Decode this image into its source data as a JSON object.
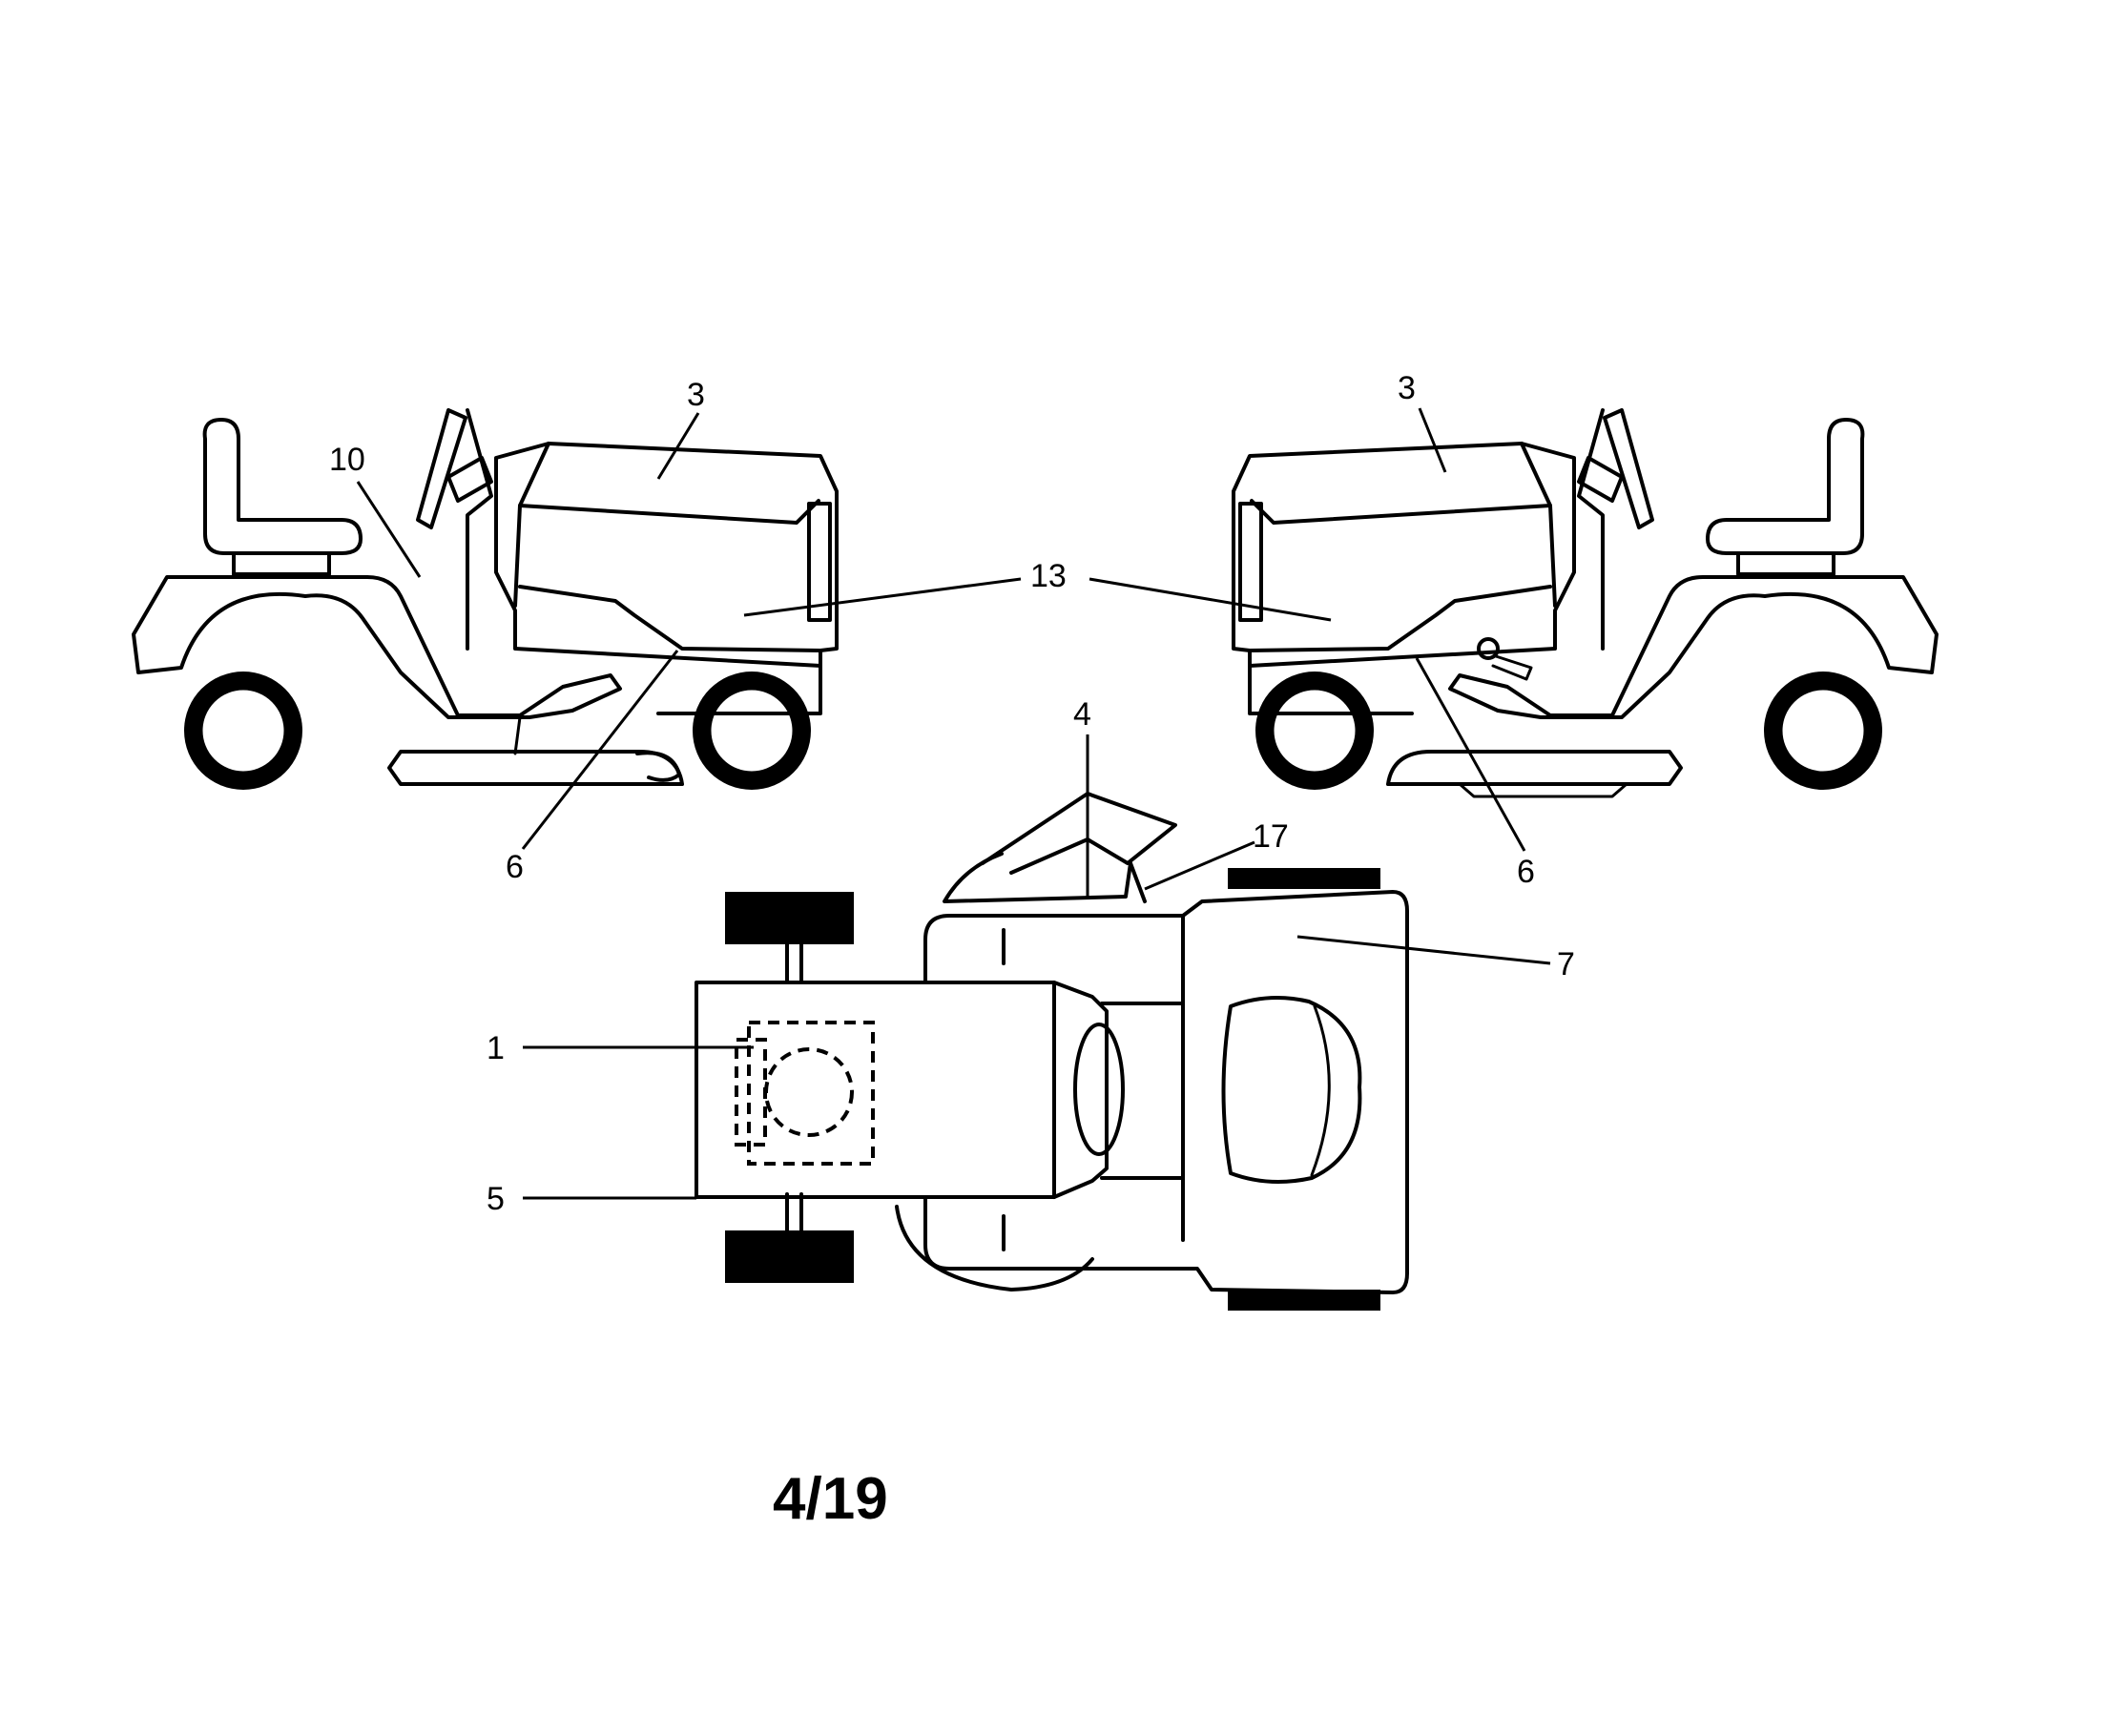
{
  "diagram": {
    "callouts": {
      "left_hood": "3",
      "left_seat_fender": "10",
      "hood_side_shared": "13",
      "left_frame": "6",
      "right_hood": "3",
      "right_frame": "6",
      "top_chute": "4",
      "top_chute_deflector": "17",
      "top_rear_fender": "7",
      "top_hood_engine": "1",
      "top_frame_side": "5"
    },
    "page_label": "4/19"
  }
}
